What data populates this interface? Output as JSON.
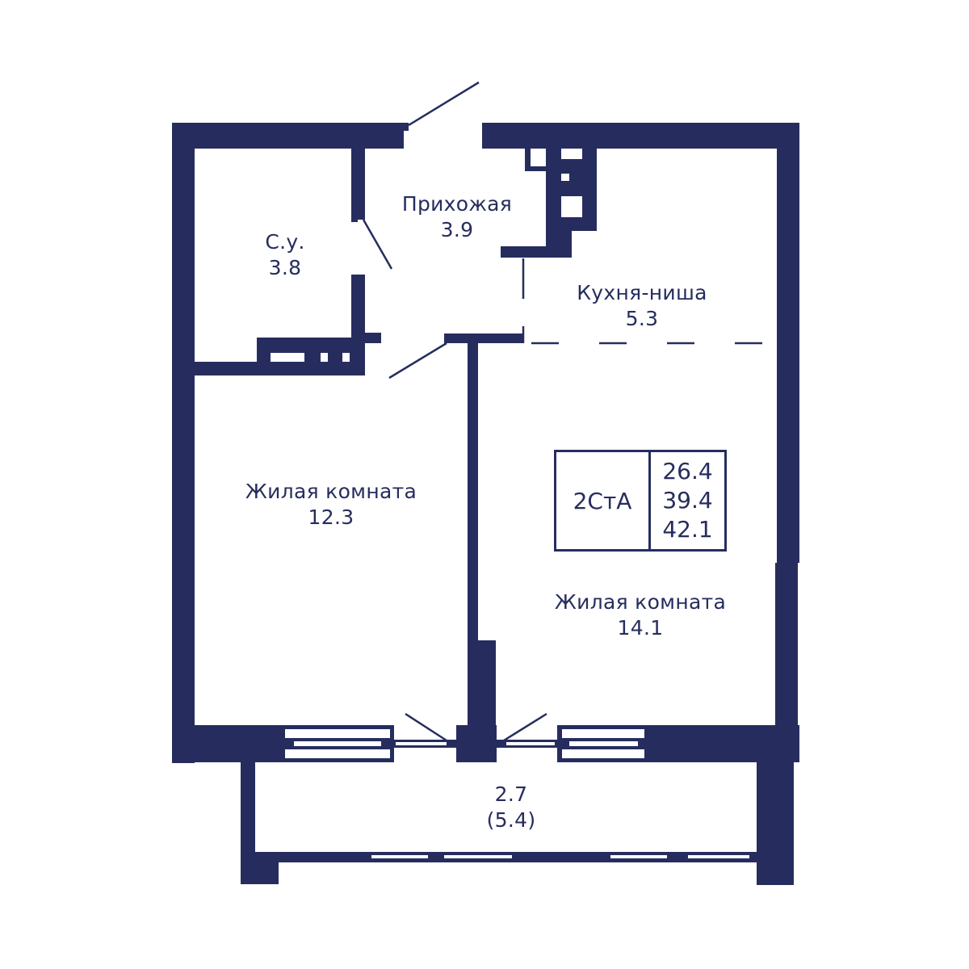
{
  "plan": {
    "colors": {
      "wall": "#262d5e",
      "background": "#ffffff",
      "text": "#262d5e"
    },
    "rooms": [
      {
        "id": "bathroom",
        "name": "С.у.",
        "area": "3.8"
      },
      {
        "id": "hallway",
        "name": "Прихожая",
        "area": "3.9"
      },
      {
        "id": "kitchen-niche",
        "name": "Кухня-ниша",
        "area": "5.3"
      },
      {
        "id": "living-room-1",
        "name": "Жилая комната",
        "area": "12.3"
      },
      {
        "id": "living-room-2",
        "name": "Жилая комната",
        "area": "14.1"
      },
      {
        "id": "balcony",
        "name": "",
        "area": "2.7",
        "area_full": "(5.4)"
      }
    ],
    "badge": {
      "type_code": "2СтА",
      "living_area": "26.4",
      "total_area": "39.4",
      "total_with_balcony": "42.1"
    }
  }
}
